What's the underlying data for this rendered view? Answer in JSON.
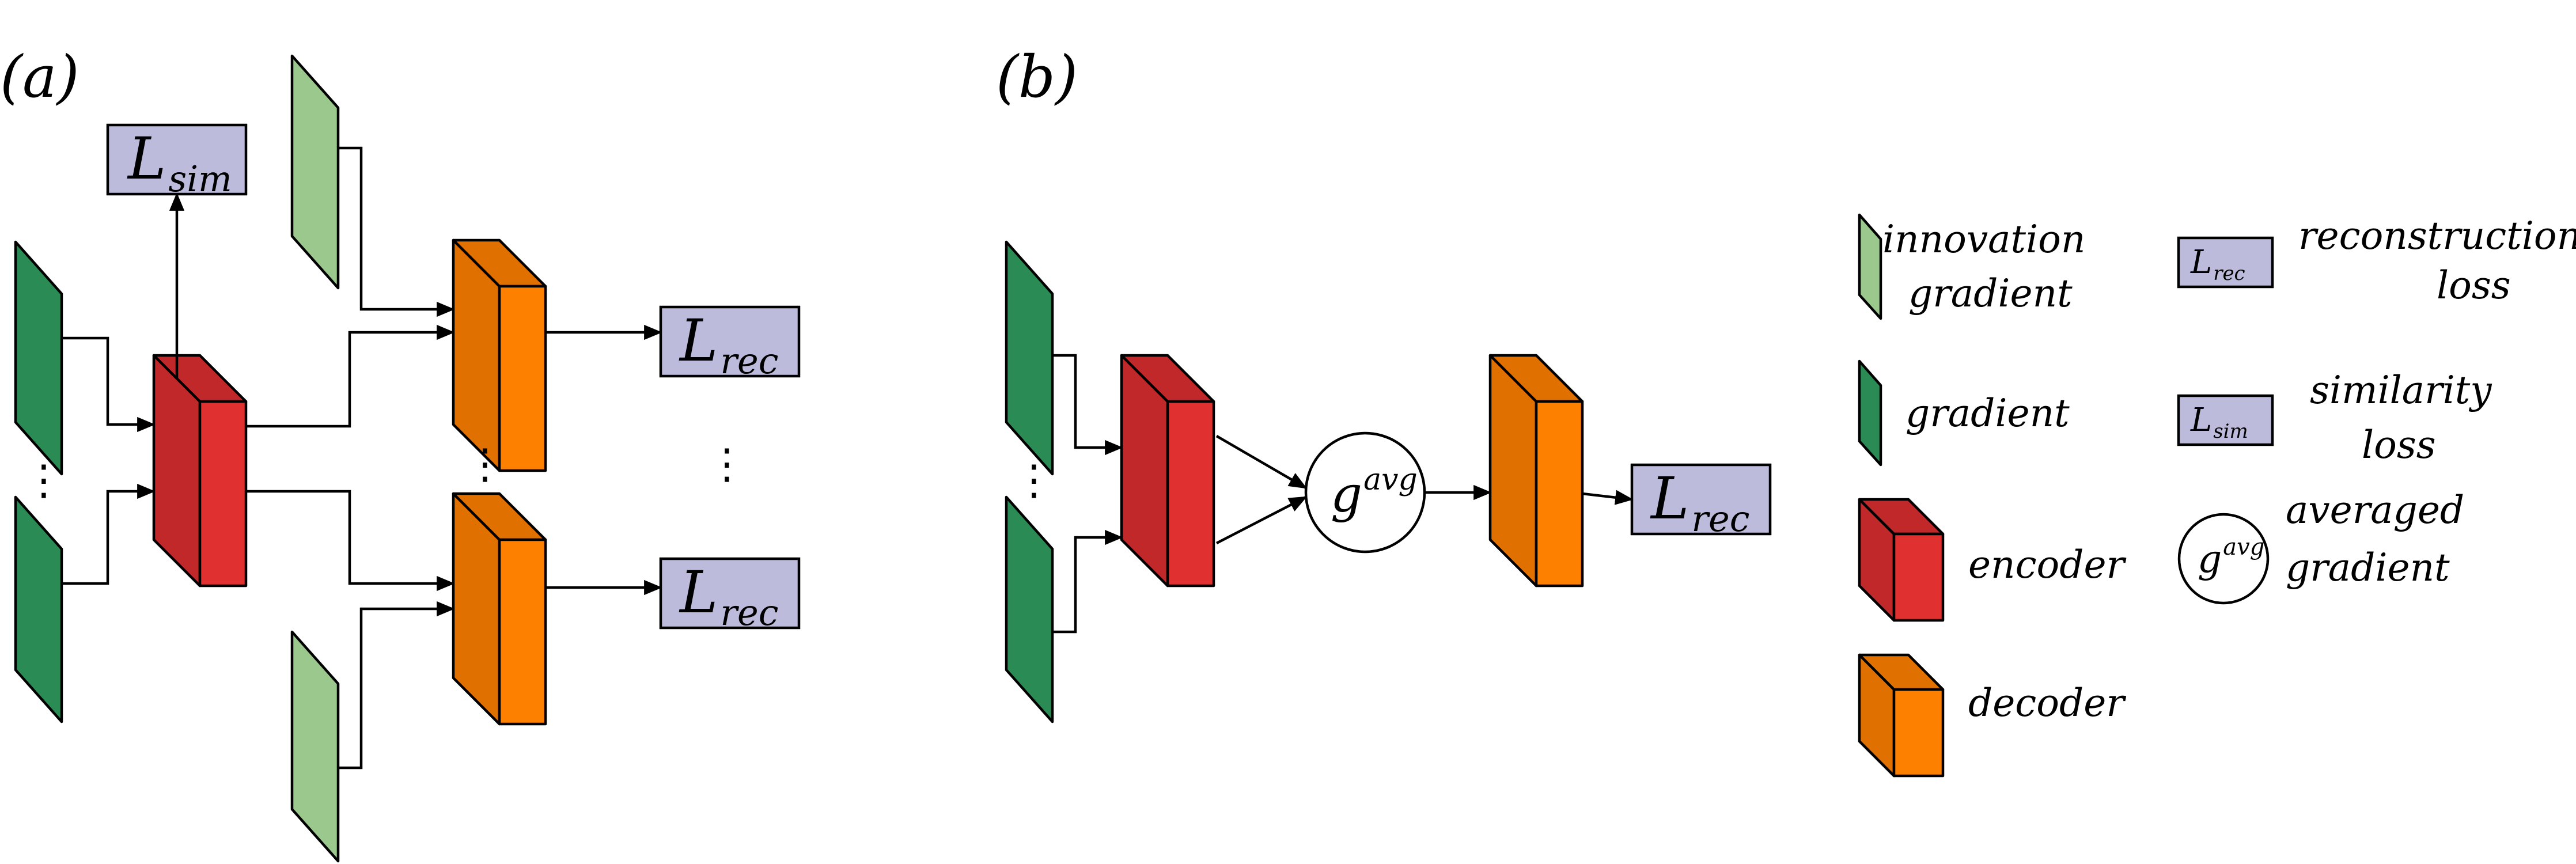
{
  "panels": {
    "a": "(a)",
    "b": "(b)"
  },
  "losses": {
    "sim": {
      "base": "L",
      "sub": "sim"
    },
    "rec": {
      "base": "L",
      "sub": "rec"
    }
  },
  "avg_node": {
    "base": "g",
    "sup": "avg"
  },
  "ellipsis": "⋮",
  "legend": {
    "innovation_gradient": [
      "innovation",
      "gradient"
    ],
    "gradient": [
      "gradient"
    ],
    "encoder": [
      "encoder"
    ],
    "decoder": [
      "decoder"
    ],
    "reconstruction_loss": [
      "reconstruction",
      "loss"
    ],
    "similarity_loss": [
      "similarity",
      "loss"
    ],
    "averaged_gradient": [
      "averaged",
      "gradient"
    ]
  },
  "colors": {
    "gradient": "#2a8b54",
    "innovation_gradient": "#9bc98d",
    "encoder_front": "#e03030",
    "encoder_side": "#c0282a",
    "decoder_front": "#fe8000",
    "decoder_side": "#e07000",
    "loss_box": "#bcbbdb",
    "line": "#000000"
  }
}
